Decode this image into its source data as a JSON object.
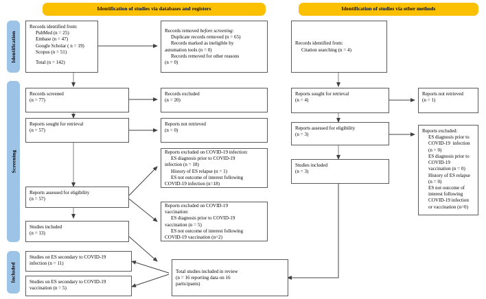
{
  "diagram": {
    "type": "prisma-flow-diagram",
    "title": "PRISMA 2020 flow diagram",
    "colors": {
      "banner": "#FBC002",
      "stage_label": "#9DC3E6",
      "box_border": "#595959",
      "connector": "#404040"
    }
  },
  "banners": [
    {
      "id": "databases",
      "label": "Identification of studies via databases and registers"
    },
    {
      "id": "other",
      "label": "Identification of studies via other methods"
    }
  ],
  "stages": [
    {
      "id": "identification",
      "label": "Identification"
    },
    {
      "id": "screening",
      "label": "Screening"
    },
    {
      "id": "included",
      "label": "Included"
    }
  ],
  "boxes": {
    "records_identified": {
      "name": "records-identified-box",
      "lines": [
        {
          "text": "Records identified from:",
          "indent": 0
        },
        {
          "text": "PubMed (n = 25)",
          "indent": 1
        },
        {
          "text": "Embase (n = 47)",
          "indent": 1
        },
        {
          "text": "Google Scholar ( n = 19)",
          "indent": 1
        },
        {
          "text": "Scopus (n = 51)",
          "indent": 1
        },
        {
          "text": "",
          "indent": 0
        },
        {
          "text": "Total (n = 142)",
          "indent": 1
        }
      ]
    },
    "records_removed": {
      "name": "records-removed-box",
      "lines": [
        {
          "text": "Records removed ",
          "italic_tail": "before screening",
          "tail": ":",
          "indent": 0
        },
        {
          "text": "Duplicate records removed (n = 65)",
          "indent": 1
        },
        {
          "text": "Records marked as ineligible by",
          "indent": 1
        },
        {
          "text": "automation tools (n = 0)",
          "indent": 0
        },
        {
          "text": "Records removed for other reasons",
          "indent": 1
        },
        {
          "text": "(n = 0)",
          "indent": 0
        }
      ]
    },
    "records_identified_other": {
      "name": "records-identified-other-box",
      "lines": [
        {
          "text": "Records identified from:",
          "indent": 0
        },
        {
          "text": "Citation searching (n = 4)",
          "indent": 1
        }
      ]
    },
    "records_screened": {
      "name": "records-screened-box",
      "lines": [
        {
          "text": "Records screened",
          "indent": 0
        },
        {
          "text": "(n = 77)",
          "indent": 0
        }
      ]
    },
    "records_excluded": {
      "name": "records-excluded-box",
      "lines": [
        {
          "text": "Records excluded",
          "indent": 0
        },
        {
          "text": "(n = 20)",
          "indent": 0
        }
      ]
    },
    "reports_sought": {
      "name": "reports-sought-box",
      "lines": [
        {
          "text": "Reports sought for retrieval",
          "indent": 0
        },
        {
          "text": "(n = 57)",
          "indent": 0
        }
      ]
    },
    "reports_not_retrieved": {
      "name": "reports-not-retrieved-box",
      "lines": [
        {
          "text": "Reports not retrieved",
          "indent": 0
        },
        {
          "text": "(n = 0)",
          "indent": 0
        }
      ]
    },
    "reports_assessed": {
      "name": "reports-assessed-box",
      "lines": [
        {
          "text": "Reports assessed for eligibility",
          "indent": 0
        },
        {
          "text": "(n = 57)",
          "indent": 0
        }
      ]
    },
    "excluded_infection": {
      "name": "reports-excluded-infection-box",
      "lines": [
        {
          "text": "Reports excluded on COVID-19 infection:",
          "indent": 0
        },
        {
          "text": "ES diagnosis prior to COVID-19",
          "indent": 1
        },
        {
          "text": "infection (n = 18)",
          "indent": 0
        },
        {
          "text": "History of ES relapse (n = 1)",
          "indent": 1
        },
        {
          "text": "ES not outcome of interest following",
          "indent": 1
        },
        {
          "text": "COVID-19 infection (n=18)",
          "indent": 0
        }
      ]
    },
    "excluded_vaccination": {
      "name": "reports-excluded-vaccination-box",
      "lines": [
        {
          "text": "Reports excluded on COVID-19",
          "indent": 0
        },
        {
          "text": "vaccination:",
          "indent": 0
        },
        {
          "text": "ES diagnosis prior to COVID-19",
          "indent": 1
        },
        {
          "text": "vaccination (n = 5)",
          "indent": 0
        },
        {
          "text": "ES not outcome of interest following",
          "indent": 1
        },
        {
          "text": "COVID-19 vaccination (n=2)",
          "indent": 0
        }
      ]
    },
    "studies_included_left": {
      "name": "studies-included-left-box",
      "lines": [
        {
          "text": "Studies included",
          "indent": 0
        },
        {
          "text": "(n = 13)",
          "indent": 0
        }
      ]
    },
    "reports_sought_other": {
      "name": "reports-sought-other-box",
      "lines": [
        {
          "text": "Reports sought for retrieval",
          "indent": 0
        },
        {
          "text": "(n = 4)",
          "indent": 0
        }
      ]
    },
    "reports_not_retrieved_other": {
      "name": "reports-not-retrieved-other-box",
      "lines": [
        {
          "text": "Reports not retrieved",
          "indent": 0
        },
        {
          "text": "(n = 1)",
          "indent": 0
        }
      ]
    },
    "reports_assessed_other": {
      "name": "reports-assessed-other-box",
      "lines": [
        {
          "text": "Reports assessed for eligibility",
          "indent": 0
        },
        {
          "text": "(n = 3)",
          "indent": 0
        }
      ]
    },
    "reports_excluded_other": {
      "name": "reports-excluded-other-box",
      "lines": [
        {
          "text": "Reports excluded:",
          "indent": 0
        },
        {
          "text": "ES diagnosis prior to",
          "indent": 1
        },
        {
          "text": "COVID-19  infection",
          "indent": 1
        },
        {
          "text": "(n = 0)",
          "indent": 1
        },
        {
          "text": "ES diagnosis prior to",
          "indent": 1
        },
        {
          "text": "COVID-19",
          "indent": 1
        },
        {
          "text": "vaccination (n = 0)",
          "indent": 1
        },
        {
          "text": "History of ES relapse",
          "indent": 1
        },
        {
          "text": "(n = 0)",
          "indent": 1
        },
        {
          "text": "ES not outcome of",
          "indent": 1
        },
        {
          "text": "interest following",
          "indent": 1
        },
        {
          "text": "COVID-19 infection",
          "indent": 1
        },
        {
          "text": "or vaccination (n=0)",
          "indent": 1
        }
      ]
    },
    "studies_included_other": {
      "name": "studies-included-other-box",
      "lines": [
        {
          "text": "Studies included",
          "indent": 0
        },
        {
          "text": "(n = 3)",
          "indent": 0
        }
      ]
    },
    "studies_es_infection": {
      "name": "studies-es-infection-box",
      "lines": [
        {
          "text": "Studies on ES secondary to COVID-19",
          "indent": 0
        },
        {
          "text": "infection (n = 11)",
          "indent": 0
        }
      ]
    },
    "studies_es_vaccination": {
      "name": "studies-es-vaccination-box",
      "lines": [
        {
          "text": "Studies on ES secondary to COVID-19",
          "indent": 0
        },
        {
          "text": "vaccination (n = 5)",
          "indent": 0
        }
      ]
    },
    "total_studies": {
      "name": "total-studies-box",
      "lines": [
        {
          "text": "Total studies included in review",
          "indent": 0
        },
        {
          "text": "(n = 16 reporting data on 16",
          "indent": 0
        },
        {
          "text": "participants)",
          "indent": 0
        }
      ]
    }
  }
}
